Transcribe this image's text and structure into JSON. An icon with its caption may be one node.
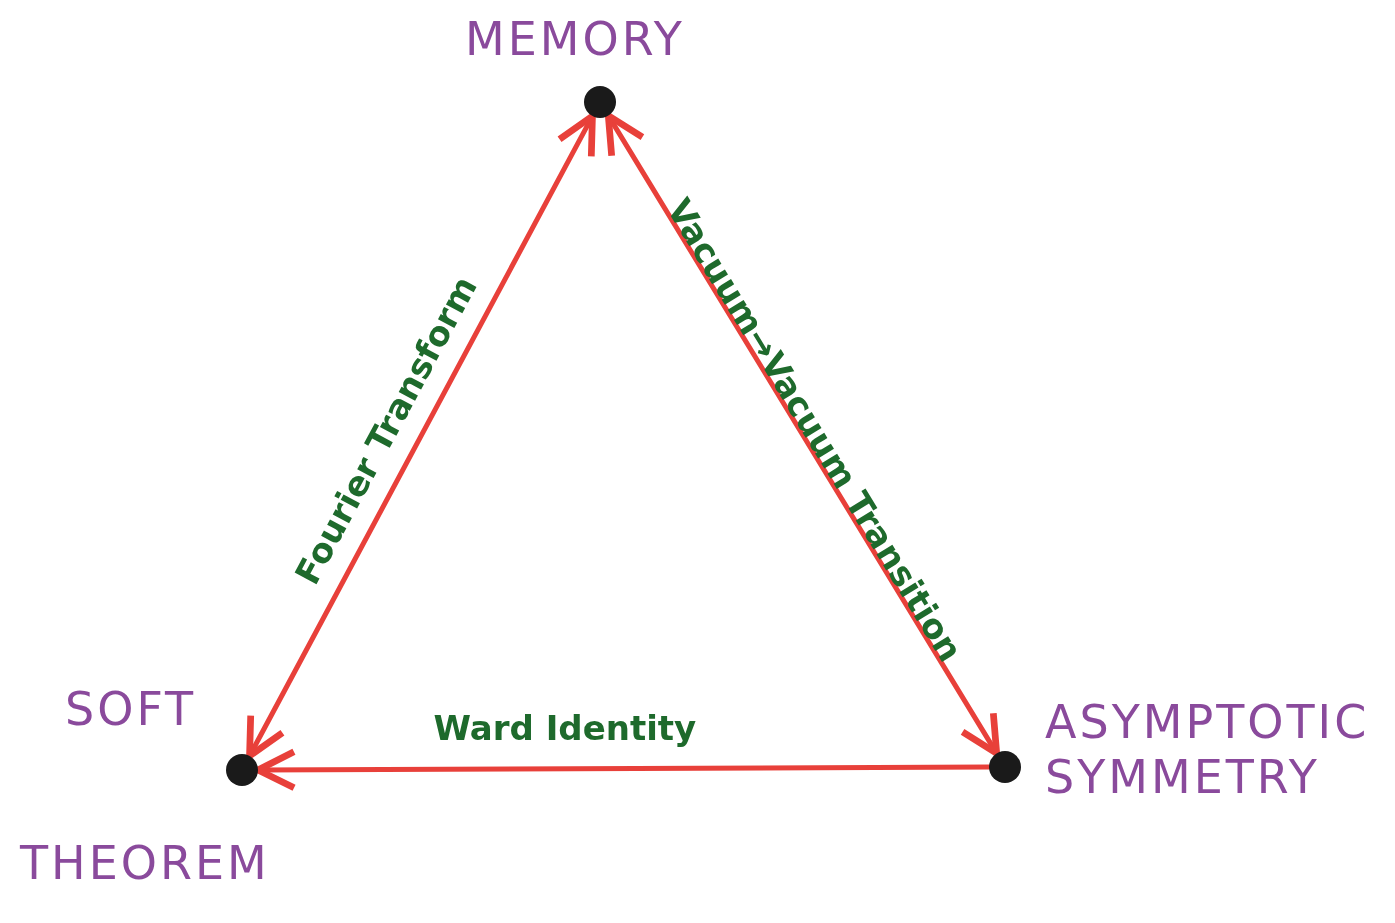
{
  "diagram": {
    "nodes": [
      {
        "text": [
          "MEMORY"
        ]
      },
      {
        "text": [
          "SOFT",
          "THEOREM"
        ]
      },
      {
        "text": [
          "ASYMPTOTIC SYMMETRY"
        ]
      }
    ],
    "edges": [
      {
        "from": 1,
        "to": 0,
        "arrow": "both",
        "label": "Fourier Transform"
      },
      {
        "from": 0,
        "to": 2,
        "arrow": "both",
        "label": "Vacuum→Vacuum Transition"
      },
      {
        "from": 2,
        "to": 1,
        "arrow": "to",
        "label": "Ward Identity"
      }
    ]
  }
}
